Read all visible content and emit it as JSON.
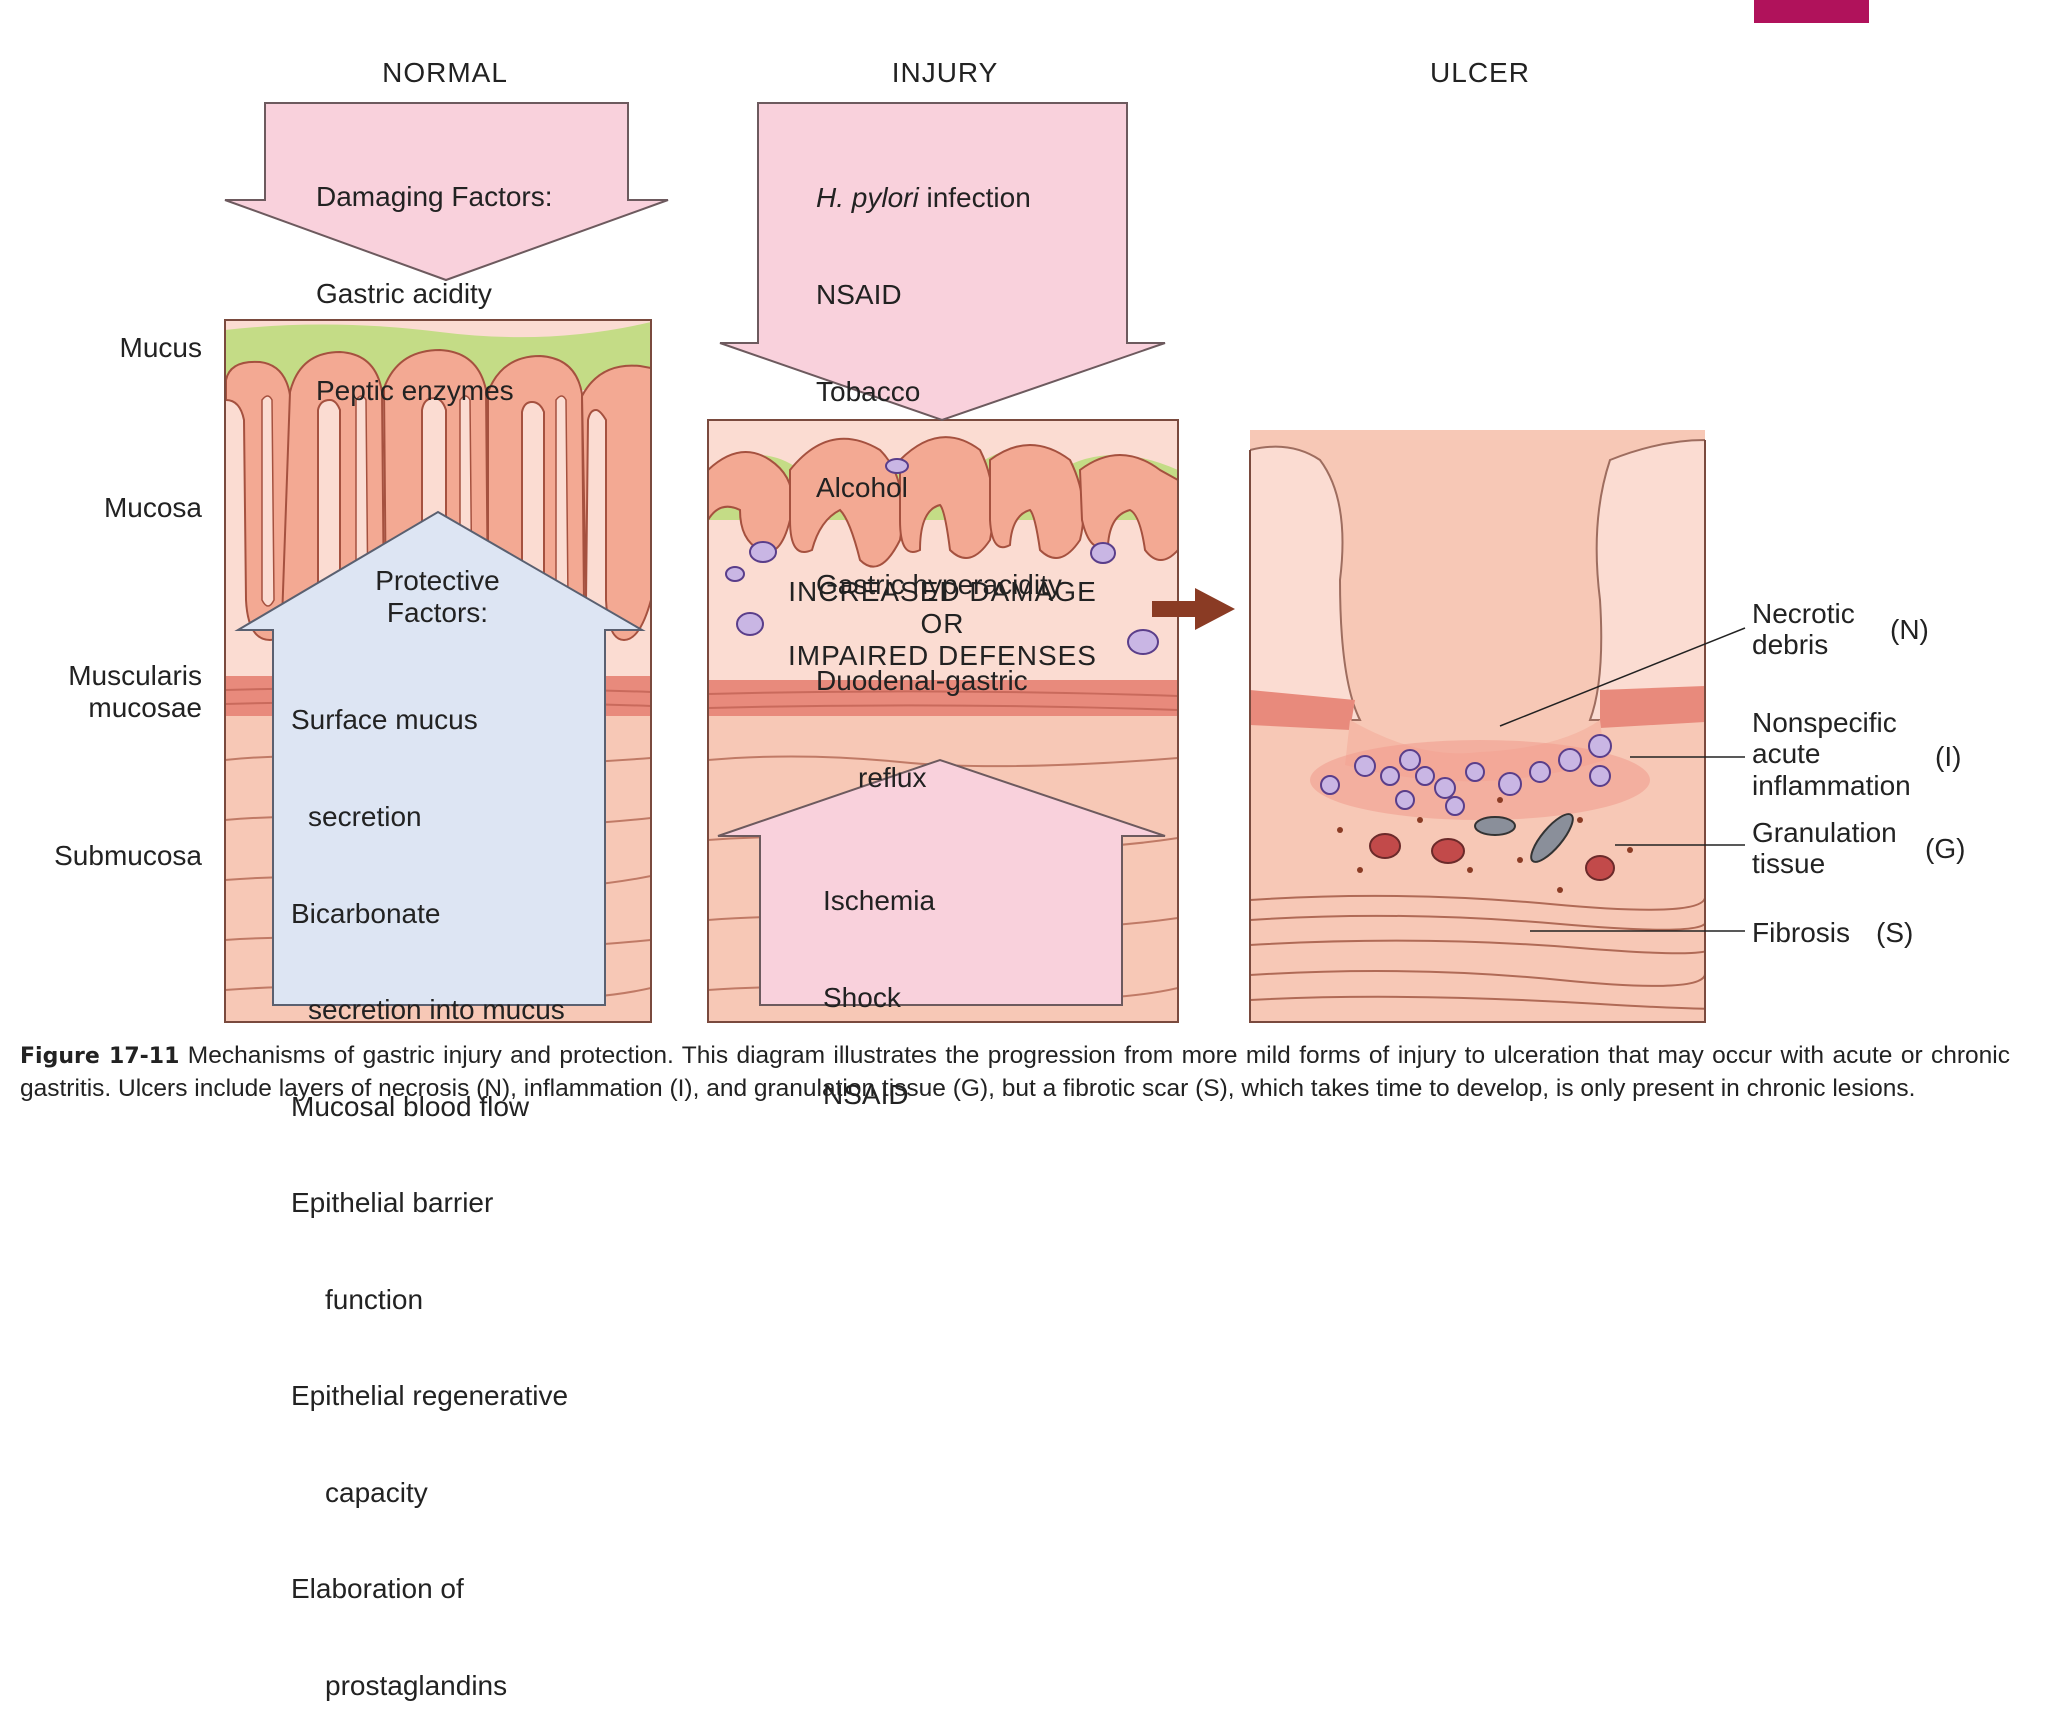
{
  "colors": {
    "accent": "#b0125b",
    "mucus": "#c4dc86",
    "mucosa_fill": "#fbdcd2",
    "gland": "#f3a993",
    "muscularis": "#e88a7c",
    "submucosa": "#f7c8b6",
    "damage_arrow": "#f9d1dc",
    "protective_arrow": "#dde5f3",
    "cell": "#c9b6e4",
    "brown_arrow": "#8a3b24"
  },
  "panels": {
    "normal": "NORMAL",
    "injury": "INJURY",
    "ulcer": "ULCER"
  },
  "layers": {
    "mucus": "Mucus",
    "mucosa": "Mucosa",
    "muscularis_1": "Muscularis",
    "muscularis_2": "mucosae",
    "submucosa": "Submucosa"
  },
  "damaging": {
    "title": "Damaging Factors:",
    "items": [
      "Gastric acidity",
      "Peptic enzymes"
    ]
  },
  "injury_factors": {
    "first_italic": "H. pylori",
    "first_rest": " infection",
    "items": [
      "NSAID",
      "Tobacco",
      "Alcohol",
      "Gastric hyperacidity",
      "Duodenal-gastric",
      "reflux"
    ]
  },
  "protective": {
    "title_1": "Protective",
    "title_2": "Factors:",
    "items": [
      "Surface mucus",
      "secretion",
      "Bicarbonate",
      "secretion into mucus",
      "Mucosal blood flow",
      "Epithelial barrier",
      "function",
      "Epithelial regenerative",
      "capacity",
      "Elaboration of",
      "prostaglandins"
    ]
  },
  "center": {
    "line1": "INCREASED DAMAGE",
    "line2": "OR",
    "line3": "IMPAIRED DEFENSES"
  },
  "ischemia": {
    "items": [
      "Ischemia",
      "Shock",
      "NSAID"
    ]
  },
  "legend": {
    "necrotic_1": "Necrotic",
    "necrotic_2": "debris",
    "necrotic_code": "(N)",
    "inflam_1": "Nonspecific",
    "inflam_2": "acute",
    "inflam_3": "inflammation",
    "inflam_code": "(I)",
    "gran_1": "Granulation",
    "gran_2": "tissue",
    "gran_code": "(G)",
    "fibrosis": "Fibrosis",
    "fibrosis_code": "(S)"
  },
  "caption": {
    "label": "Figure 17-11",
    "text": " Mechanisms of gastric injury and protection. This diagram illustrates the progression from more mild forms of injury to ulceration that may occur with acute or chronic gastritis. Ulcers include layers of necrosis (N), inflammation (I), and granulation tissue (G), but a fibrotic scar (S), which takes time to develop, is only present in chronic lesions."
  }
}
